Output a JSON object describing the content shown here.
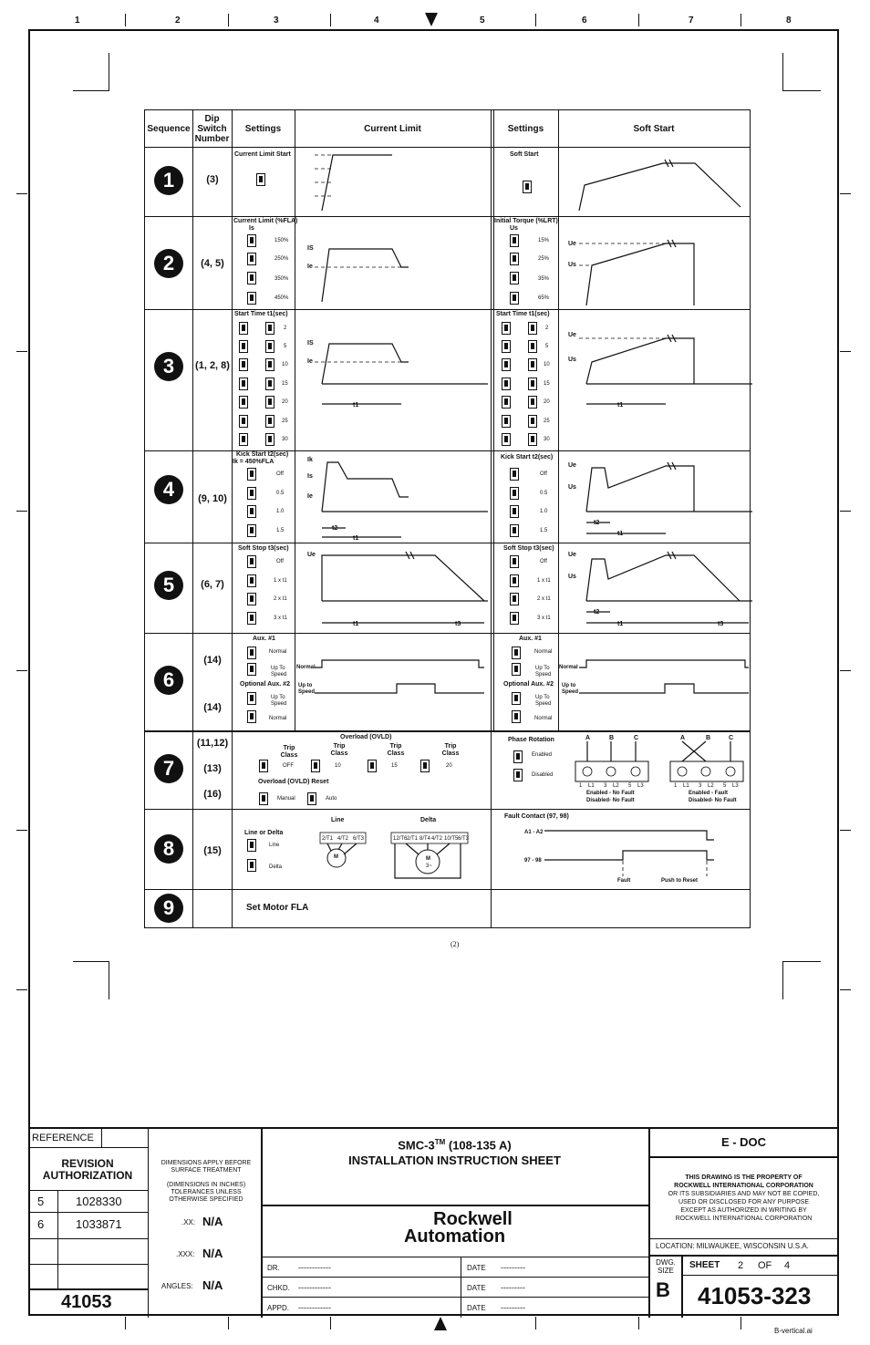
{
  "zones": [
    "1",
    "2",
    "3",
    "4",
    "5",
    "6",
    "7",
    "8"
  ],
  "table": {
    "headers": {
      "sequence": "Sequence",
      "dip": "Dip Switch Number",
      "settings_left": "Settings",
      "current_limit": "Current Limit",
      "settings_right": "Settings",
      "soft_start": "Soft Start"
    },
    "rows": [
      {
        "num": "1",
        "dip": "(3)",
        "left_title": "Current Limit Start",
        "right_title": "Soft Start",
        "left_opts": [],
        "right_opts": []
      },
      {
        "num": "2",
        "dip": "(4, 5)",
        "left_title": "Current Limit (%FLA)",
        "left_sub": "Is",
        "right_title": "Initial Torque (%LRT)",
        "right_sub": "Us",
        "left_opts": [
          "150%",
          "250%",
          "350%",
          "450%"
        ],
        "right_opts": [
          "15%",
          "25%",
          "35%",
          "65%"
        ],
        "wave_left": [
          "IS",
          "Ie"
        ],
        "wave_right": [
          "Ue",
          "Us"
        ]
      },
      {
        "num": "3",
        "dip": "(1, 2, 8)",
        "left_title": "Start Time  t1(sec)",
        "right_title": "Start Time  t1(sec)",
        "left_opts": [
          "2",
          "5",
          "10",
          "15",
          "20",
          "25",
          "30"
        ],
        "right_opts": [
          "2",
          "5",
          "10",
          "15",
          "20",
          "25",
          "30"
        ],
        "wave_left": [
          "IS",
          "Ie",
          "t1"
        ],
        "wave_right": [
          "Ue",
          "Us",
          "t1"
        ]
      },
      {
        "num": "4",
        "dip": "(9, 10)",
        "left_title": "Kick Start  t2(sec)",
        "left_sub": "Ik = 450%FLA",
        "right_title": "Kick Start  t2(sec)",
        "left_opts": [
          "Off",
          "0.5",
          "1.0",
          "1.5"
        ],
        "right_opts": [
          "Off",
          "0.5",
          "1.0",
          "1.5"
        ],
        "wave_left": [
          "Ik",
          "Is",
          "Ie",
          "t2",
          "t1"
        ],
        "wave_right": [
          "Ue",
          "Us",
          "t2",
          "t1"
        ]
      },
      {
        "num": "5",
        "dip": "(6, 7)",
        "left_title": "Soft Stop  t3(sec)",
        "right_title": "Soft Stop  t3(sec)",
        "left_opts": [
          "Off",
          "1 x t1",
          "2 x t1",
          "3 x t1"
        ],
        "right_opts": [
          "Off",
          "1 x t1",
          "2 x t1",
          "3 x t1"
        ],
        "wave_left": [
          "Ue",
          "t1",
          "t3"
        ],
        "wave_right": [
          "Ue",
          "Us",
          "t2",
          "t1",
          "t3"
        ]
      },
      {
        "num": "6",
        "dip": "(14)",
        "dip2": "(14)",
        "left_title": "Aux. #1",
        "left_title2": "Optional Aux. #2",
        "right_title": "Aux. #1",
        "right_title2": "Optional Aux. #2",
        "left_opts": [
          "Normal",
          "Up To Speed",
          "Up To Speed",
          "Normal"
        ],
        "right_opts": [
          "Normal",
          "Up To Speed",
          "Up To Speed",
          "Normal"
        ],
        "wave_labels": [
          "Normal",
          "Up to Speed"
        ]
      },
      {
        "num": "7",
        "dip": "(11,12)",
        "dip2": "(13)",
        "dip3": "(16)",
        "overload_title": "Overload (OVLD)",
        "trip_class": "Trip Class",
        "trip_opts": [
          "OFF",
          "10",
          "15",
          "20"
        ],
        "reset_title": "Overload (OVLD) Reset",
        "reset_opts": [
          "Manual",
          "Auto"
        ],
        "phase_title": "Phase Rotation",
        "phase_opts": [
          "Enabled",
          "Disabled"
        ],
        "abc": [
          "A",
          "B",
          "C"
        ],
        "terminals": [
          "1",
          "L1",
          "3",
          "L2",
          "5",
          "L3"
        ],
        "status_left": [
          "Enabled - No Fault",
          "Disabled- No Fault"
        ],
        "status_right": [
          "Enabled - Fault",
          "Disabled- No Fault"
        ]
      },
      {
        "num": "8",
        "dip": "(15)",
        "line_delta_title": "Line or Delta",
        "ld_opts": [
          "Line",
          "Delta"
        ],
        "line_label": "Line",
        "delta_label": "Delta",
        "line_terms": [
          "2/T1",
          "4/T2",
          "6/T3"
        ],
        "delta_terms": [
          "12/T6",
          "2/T1",
          "8/T4",
          "4/T2",
          "10/T5",
          "6/T3"
        ],
        "motor_m": "M",
        "motor_sub": "3~",
        "fault_title": "Fault Contact (97, 98)",
        "fault_rows": [
          "A1 - A2",
          "97 - 98"
        ],
        "fault_labels": [
          "Fault",
          "Push to Reset"
        ]
      },
      {
        "num": "9",
        "text": "Set Motor FLA"
      }
    ]
  },
  "page_number": "(2)",
  "title_block": {
    "reference": "REFERENCE",
    "revision_authorization": "REVISION AUTHORIZATION",
    "revisions": [
      {
        "rev": "5",
        "num": "1028330"
      },
      {
        "rev": "6",
        "num": "1033871"
      }
    ],
    "id_box": "41053",
    "dims_note1": "DIMENSIONS APPLY BEFORE SURFACE TREATMENT",
    "dims_note2": "(DIMENSIONS IN INCHES) TOLERANCES UNLESS OTHERWISE SPECIFIED",
    "tol_xx_label": ".XX:",
    "tol_xx": "N/A",
    "tol_xxx_label": ".XXX:",
    "tol_xxx": "N/A",
    "angles_label": "ANGLES:",
    "angles": "N/A",
    "title_line1": "SMC-3",
    "title_tm": "TM",
    "title_line1b": " (108-135 A)",
    "title_line2": "INSTALLATION INSTRUCTION SHEET",
    "logo_line1": "Rockwell",
    "logo_line2": "Automation",
    "dr": "DR.",
    "chkd": "CHKD.",
    "appd": "APPD.",
    "date": "DATE",
    "dashes_long": "------------",
    "dashes_short": "---------",
    "edoc": "E - DOC",
    "property1": "THIS DRAWING IS THE PROPERTY OF",
    "property2": "ROCKWELL INTERNATIONAL CORPORATION",
    "property3": "OR ITS SUBSIDIARIES AND MAY NOT BE COPIED,",
    "property4": "USED OR DISCLOSED FOR ANY PURPOSE",
    "property5": "EXCEPT AS AUTHORIZED IN WRITING BY",
    "property6": "ROCKWELL INTERNATIONAL CORPORATION",
    "location": "LOCATION:  MILWAUKEE,  WISCONSIN  U.S.A.",
    "dwg_size_label": "DWG. SIZE",
    "dwg_size": "B",
    "sheet_label": "SHEET",
    "sheet_num": "2",
    "sheet_of": "OF",
    "sheet_total": "4",
    "drawing_number": "41053-323",
    "file_name": "B-vertical.ai"
  }
}
